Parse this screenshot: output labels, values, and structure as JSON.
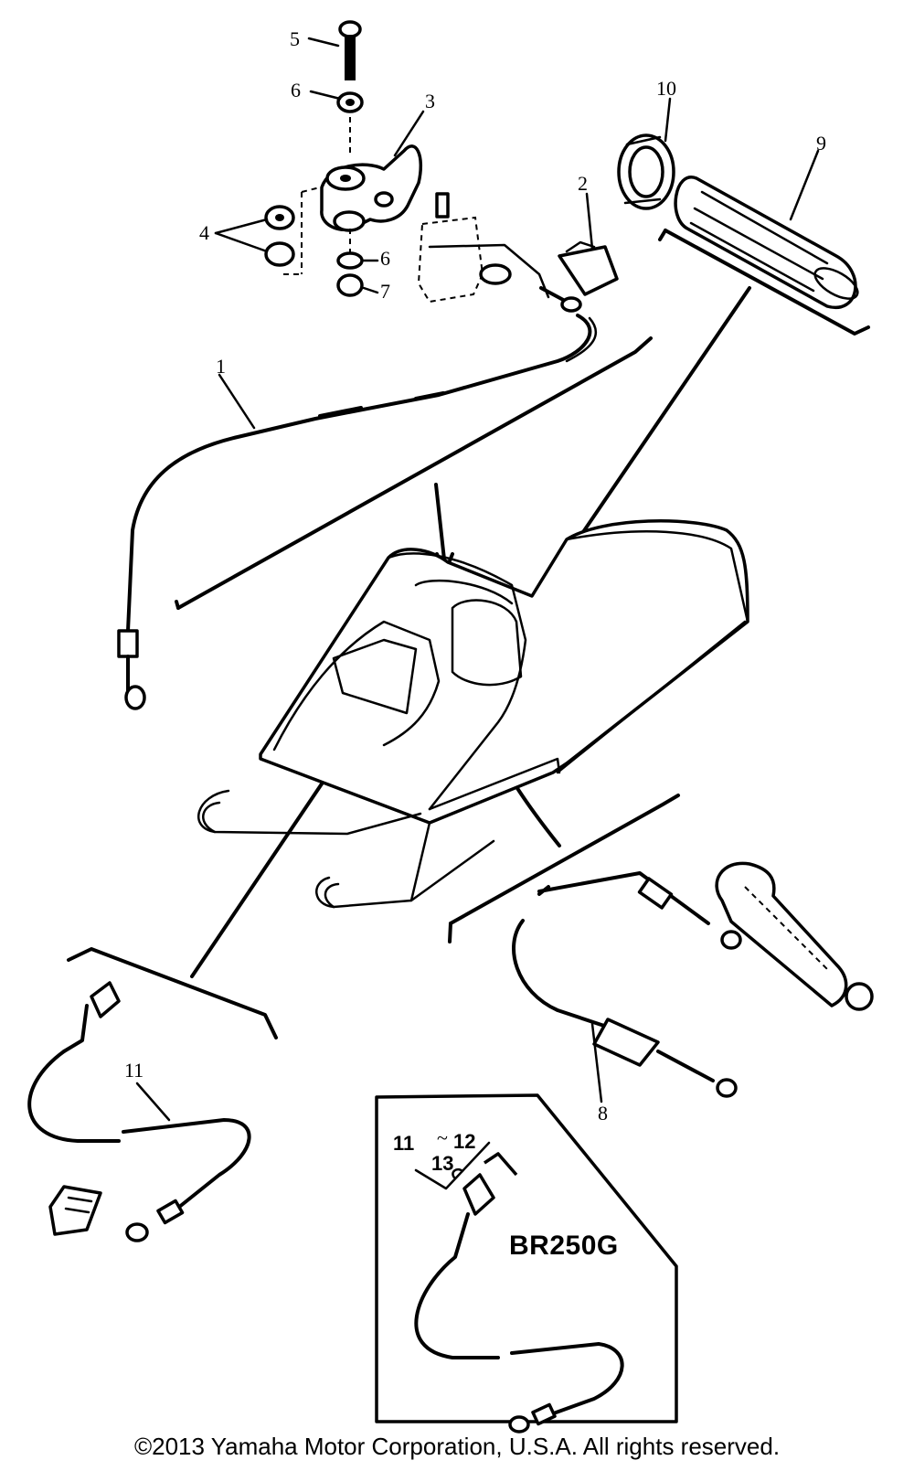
{
  "diagram": {
    "callouts": [
      {
        "id": "c5",
        "label": "5"
      },
      {
        "id": "c6a",
        "label": "6"
      },
      {
        "id": "c3",
        "label": "3"
      },
      {
        "id": "c4",
        "label": "4"
      },
      {
        "id": "c6b",
        "label": "6"
      },
      {
        "id": "c7",
        "label": "7"
      },
      {
        "id": "c2",
        "label": "2"
      },
      {
        "id": "c10",
        "label": "10"
      },
      {
        "id": "c9",
        "label": "9"
      },
      {
        "id": "c1",
        "label": "1"
      },
      {
        "id": "c11a",
        "label": "11"
      },
      {
        "id": "c8",
        "label": "8"
      },
      {
        "id": "c11b",
        "label": "11"
      },
      {
        "id": "c12",
        "label": "12"
      },
      {
        "id": "c13",
        "label": "13"
      }
    ],
    "inset_model": "BR250G"
  },
  "footer": {
    "copyright": "©2013 Yamaha Motor Corporation, U.S.A. All rights reserved."
  }
}
